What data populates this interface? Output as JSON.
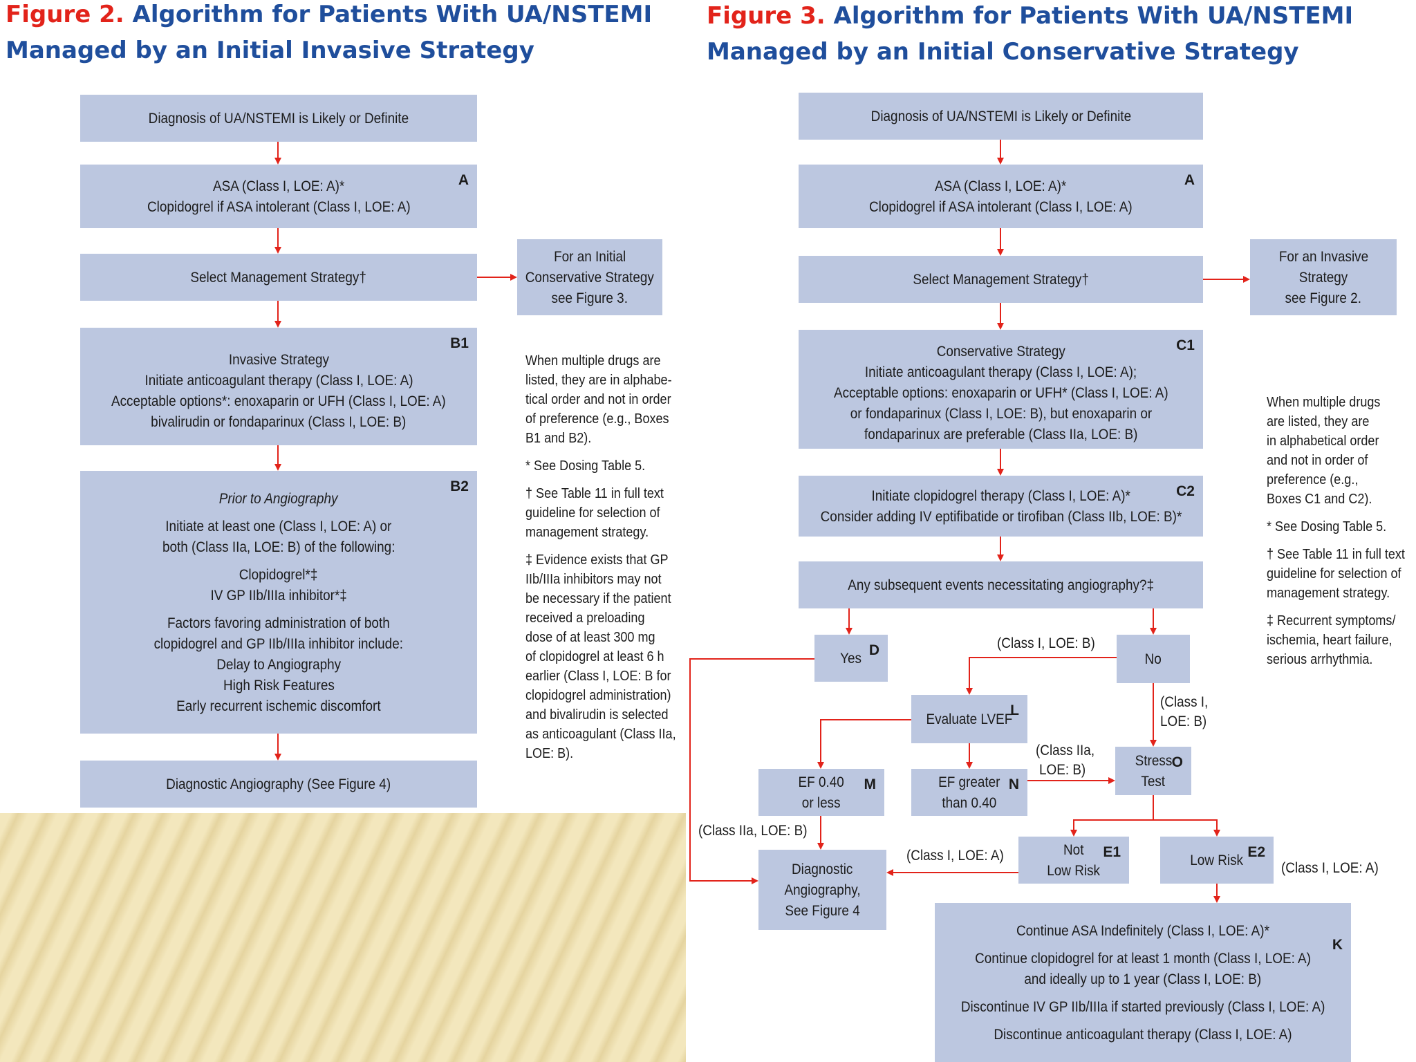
{
  "figure2": {
    "title_num": "Figure 2.",
    "title_line1": "Algorithm for Patients With UA/NSTEMI",
    "title_line2": "Managed by an Initial Invasive Strategy",
    "diagnosis": "Diagnosis of UA/NSTEMI is Likely or Definite",
    "box_a": {
      "tag": "A",
      "line1": "ASA (Class I, LOE: A)*",
      "line2": "Clopidogrel if ASA intolerant (Class I, LOE: A)"
    },
    "select": "Select Management Strategy†",
    "side": {
      "line1": "For an Initial",
      "line2": "Conservative Strategy",
      "line3": "see Figure 3."
    },
    "box_b1": {
      "tag": "B1",
      "line1": "Invasive Strategy",
      "line2": "Initiate anticoagulant therapy (Class I, LOE: A)",
      "line3": "Acceptable options*: enoxaparin or UFH (Class I, LOE: A)",
      "line4": "bivalirudin or fondaparinux (Class I, LOE: B)"
    },
    "box_b2": {
      "tag": "B2",
      "line1": "Prior to Angiography",
      "line2": "Initiate at least one (Class I, LOE: A) or",
      "line3": "both (Class IIa, LOE: B) of the following:",
      "line4": "Clopidogrel*‡",
      "line5": "IV GP IIb/IIIa inhibitor*‡",
      "line6": "Factors favoring administration of both",
      "line7": "clopidogrel and GP IIb/IIIa inhibitor include:",
      "line8": "Delay to Angiography",
      "line9": "High Risk Features",
      "line10": "Early recurrent ischemic discomfort"
    },
    "final": "Diagnostic Angiography (See Figure 4)",
    "notes": {
      "n1": [
        "When multiple drugs are",
        "listed, they are in alphabe-",
        "tical order and not in order",
        "of preference (e.g., Boxes",
        "B1 and B2)."
      ],
      "n2": [
        "* See Dosing Table 5."
      ],
      "n3": [
        "† See Table 11 in full text",
        "guideline for selection of",
        "management strategy."
      ],
      "n4": [
        "‡ Evidence exists that GP",
        "IIb/IIIa inhibitors may not",
        "be necessary if the patient",
        "received a preloading",
        "dose of at least 300 mg",
        "of clopidogrel at least 6 h",
        "earlier (Class I, LOE: B for",
        "clopidogrel administration)",
        "and bivalirudin is selected",
        "as anticoagulant (Class IIa,",
        "LOE: B)."
      ]
    }
  },
  "figure3": {
    "title_num": "Figure 3.",
    "title_line1": "Algorithm for Patients With UA/NSTEMI",
    "title_line2": "Managed by an Initial Conservative Strategy",
    "diagnosis": "Diagnosis of UA/NSTEMI is Likely or Definite",
    "box_a": {
      "tag": "A",
      "line1": "ASA (Class I, LOE: A)*",
      "line2": "Clopidogrel if ASA intolerant (Class I, LOE: A)"
    },
    "select": "Select Management Strategy†",
    "side": {
      "line1": "For an Invasive",
      "line2": "Strategy",
      "line3": "see Figure 2."
    },
    "box_c1": {
      "tag": "C1",
      "line1": "Conservative Strategy",
      "line2": "Initiate anticoagulant therapy (Class I, LOE: A);",
      "line3": "Acceptable options: enoxaparin or UFH* (Class I, LOE: A)",
      "line4": "or fondaparinux (Class I, LOE: B), but enoxaparin or",
      "line5": "fondaparinux are preferable (Class IIa, LOE: B)"
    },
    "box_c2": {
      "tag": "C2",
      "line1": "Initiate clopidogrel therapy (Class I, LOE: A)*",
      "line2": "Consider adding IV eptifibatide or tirofiban (Class IIb, LOE: B)*"
    },
    "events": "Any subsequent events necessitating angiography?‡",
    "yes": {
      "tag": "D",
      "label": "Yes"
    },
    "no": {
      "label": "No"
    },
    "lvef": {
      "tag": "L",
      "label": "Evaluate LVEF"
    },
    "ef_less": {
      "tag": "M",
      "line1": "EF 0.40",
      "line2": "or less"
    },
    "ef_greater": {
      "tag": "N",
      "line1": "EF greater",
      "line2": "than 0.40"
    },
    "stress": {
      "tag": "O",
      "line1": "Stress",
      "line2": "Test"
    },
    "not_low": {
      "tag": "E1",
      "line1": "Not",
      "line2": "Low Risk"
    },
    "low": {
      "tag": "E2",
      "label": "Low Risk"
    },
    "diag": {
      "line1": "Diagnostic",
      "line2": "Angiography,",
      "line3": "See Figure 4"
    },
    "box_k": {
      "tag": "K",
      "line1": "Continue ASA Indefinitely (Class I, LOE: A)*",
      "line2": "Continue clopidogrel for at least 1 month (Class I, LOE: A)",
      "line3": "and ideally up to 1 year (Class I, LOE: B)",
      "line4": "Discontinue IV GP IIb/IIIa if started previously (Class I, LOE: A)",
      "line5": "Discontinue anticoagulant therapy (Class I, LOE: A)"
    },
    "labels": {
      "no_to_lvef": "(Class I, LOE: B)",
      "no_to_stress_1": "(Class I,",
      "no_to_stress_2": "LOE: B)",
      "n_to_stress_1": "(Class IIa,",
      "n_to_stress_2": "LOE: B)",
      "m_to_diag": "(Class IIa, LOE: B)",
      "e1_to_diag": "(Class I, LOE: A)",
      "e2_to_k": "(Class I, LOE: A)"
    },
    "notes": {
      "n1": [
        "When multiple drugs",
        "are listed, they are",
        "in alphabetical order",
        "and not in order of",
        "preference (e.g.,",
        "Boxes C1 and C2)."
      ],
      "n2": [
        "* See Dosing Table 5."
      ],
      "n3": [
        "† See Table 11 in full text",
        "guideline for selection of",
        "management strategy."
      ],
      "n4": [
        "‡ Recurrent symptoms/",
        "ischemia, heart failure,",
        "serious arrhythmia."
      ]
    }
  },
  "colors": {
    "box": "#bcc7e0",
    "arrow": "#e2231a",
    "title": "#1f4e9c",
    "title_num": "#e2231a"
  }
}
